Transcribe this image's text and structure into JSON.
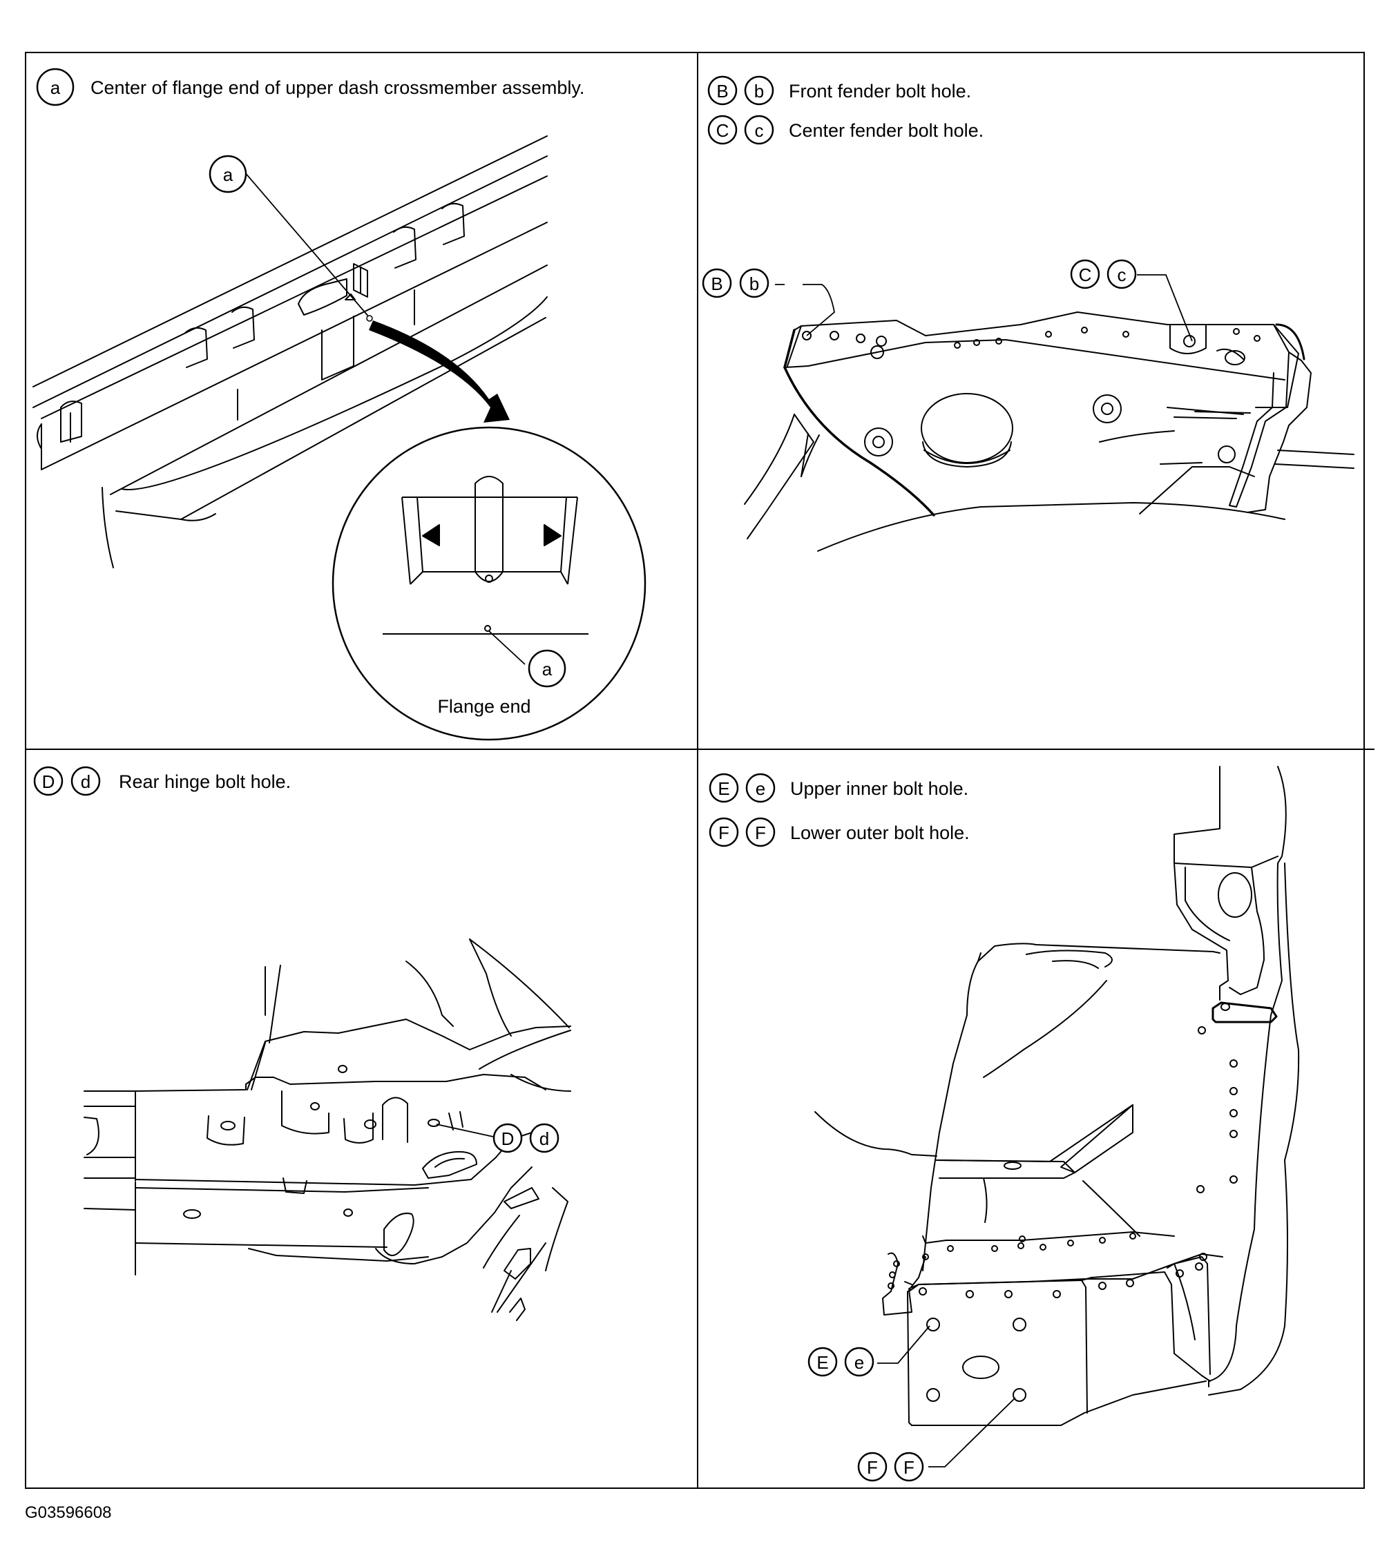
{
  "panels": {
    "top_left": {
      "callout": "a",
      "description": "Center of flange end of upper dash crossmember assembly.",
      "detail_callout": "a",
      "detail_label": "Flange end"
    },
    "top_right": {
      "items": [
        {
          "upper": "B",
          "lower": "b",
          "description": "Front fender bolt hole."
        },
        {
          "upper": "C",
          "lower": "c",
          "description": "Center fender bolt hole."
        }
      ]
    },
    "bottom_left": {
      "upper": "D",
      "lower": "d",
      "description": "Rear hinge bolt hole."
    },
    "bottom_right": {
      "items": [
        {
          "upper": "E",
          "lower": "e",
          "description": "Upper inner bolt hole."
        },
        {
          "upper": "F",
          "lower": "F",
          "description": "Lower outer bolt hole."
        }
      ]
    }
  },
  "figure_id": "G03596608"
}
